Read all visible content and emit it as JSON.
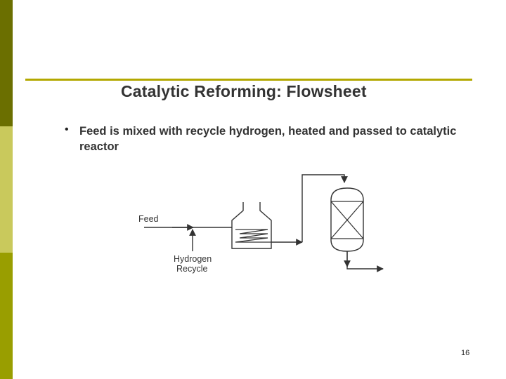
{
  "slide": {
    "title": "Catalytic Reforming: Flowsheet",
    "bullet": "Feed is mixed with recycle hydrogen, heated and passed to catalytic reactor",
    "page_number": "16"
  },
  "diagram": {
    "labels": {
      "feed": "Feed",
      "hydrogen_line1": "Hydrogen",
      "hydrogen_line2": "Recycle"
    }
  },
  "colors": {
    "sidebar_dark": "#6b6f00",
    "sidebar_light": "#c9c95c",
    "sidebar_mid": "#999e00",
    "rule": "#b3a800",
    "text": "#333333"
  }
}
